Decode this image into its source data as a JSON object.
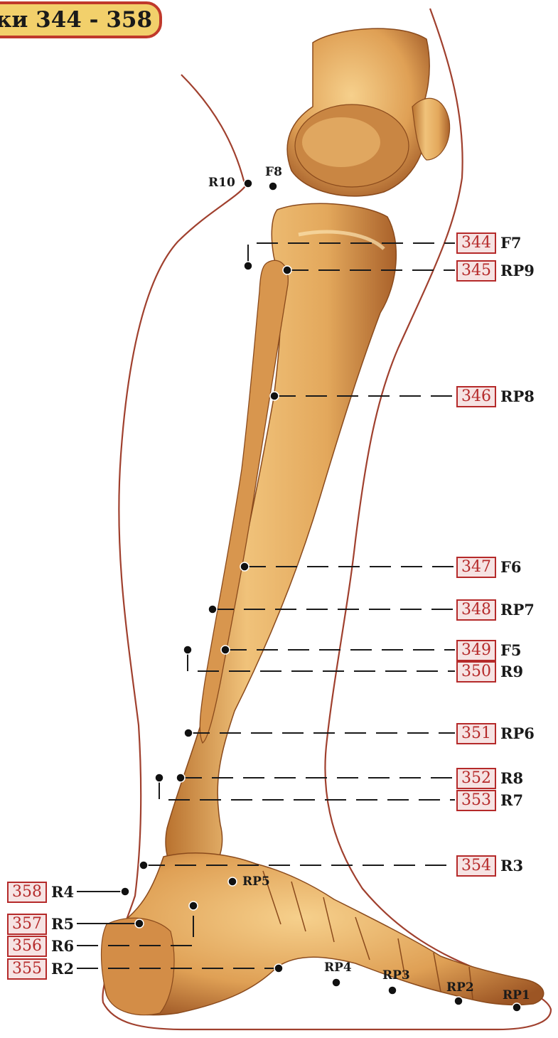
{
  "title": "ки 344 - 358",
  "right_points": [
    {
      "num": "344",
      "code": "F7"
    },
    {
      "num": "345",
      "code": "RP9"
    },
    {
      "num": "346",
      "code": "RP8"
    },
    {
      "num": "347",
      "code": "F6"
    },
    {
      "num": "348",
      "code": "RP7"
    },
    {
      "num": "349",
      "code": "F5"
    },
    {
      "num": "350",
      "code": "R9"
    },
    {
      "num": "351",
      "code": "RP6"
    },
    {
      "num": "352",
      "code": "R8"
    },
    {
      "num": "353",
      "code": "R7"
    },
    {
      "num": "354",
      "code": "R3"
    }
  ],
  "left_points": [
    {
      "num": "358",
      "code": "R4"
    },
    {
      "num": "357",
      "code": "R5"
    },
    {
      "num": "356",
      "code": "R6"
    },
    {
      "num": "355",
      "code": "R2"
    }
  ],
  "inline_labels": {
    "r10": "R10",
    "f8": "F8",
    "rp5": "RP5",
    "rp4": "RP4",
    "rp3": "RP3",
    "rp2": "RP2",
    "rp1": "RP1"
  },
  "colors": {
    "bone": "#e8b56a",
    "bone_shadow": "#b8733a",
    "outline": "#a0402e",
    "box_border": "#b52a2a",
    "badge": "#f2d06b"
  }
}
